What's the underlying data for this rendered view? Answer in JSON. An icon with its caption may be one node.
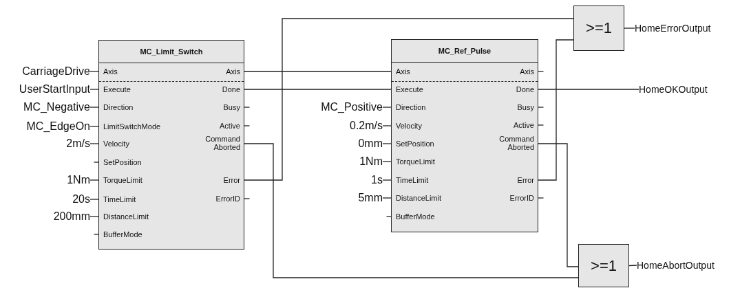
{
  "diagram": {
    "nodes": [
      {
        "text": [
          "MC_Limit_Switch"
        ]
      },
      {
        "text": [
          "Axis"
        ],
        "in": 0
      },
      {
        "text": [
          "Execute"
        ],
        "in": 0
      },
      {
        "text": [
          "Direction"
        ],
        "in": 0
      },
      {
        "text": [
          "LimitSwitchMode"
        ],
        "in": 0
      },
      {
        "text": [
          "Velocity"
        ],
        "in": 0
      },
      {
        "text": [
          "SetPosition"
        ],
        "in": 0
      },
      {
        "text": [
          "TorqueLimit"
        ],
        "in": 0
      },
      {
        "text": [
          "TimeLimit"
        ],
        "in": 0
      },
      {
        "text": [
          "DistanceLimit"
        ],
        "in": 0
      },
      {
        "text": [
          "BufferMode"
        ],
        "in": 0
      },
      {
        "text": [
          "Axis"
        ],
        "in": 0
      },
      {
        "text": [
          "Done"
        ],
        "in": 0
      },
      {
        "text": [
          "Busy"
        ],
        "in": 0
      },
      {
        "text": [
          "Active"
        ],
        "in": 0
      },
      {
        "text": [
          "Command Aborted"
        ],
        "in": 0
      },
      {
        "text": [
          "Error"
        ],
        "in": 0
      },
      {
        "text": [
          "ErrorID"
        ],
        "in": 0
      },
      {
        "text": [
          "MC_Ref_Pulse"
        ]
      },
      {
        "text": [
          "Axis"
        ],
        "in": 18
      },
      {
        "text": [
          "Execute"
        ],
        "in": 18
      },
      {
        "text": [
          "Direction"
        ],
        "in": 18
      },
      {
        "text": [
          "Velocity"
        ],
        "in": 18
      },
      {
        "text": [
          "SetPosition"
        ],
        "in": 18
      },
      {
        "text": [
          "TorqueLimit"
        ],
        "in": 18
      },
      {
        "text": [
          "TimeLimit"
        ],
        "in": 18
      },
      {
        "text": [
          "DistanceLimit"
        ],
        "in": 18
      },
      {
        "text": [
          "BufferMode"
        ],
        "in": 18
      },
      {
        "text": [
          "Axis"
        ],
        "in": 18
      },
      {
        "text": [
          "Done"
        ],
        "in": 18
      },
      {
        "text": [
          "Busy"
        ],
        "in": 18
      },
      {
        "text": [
          "Active"
        ],
        "in": 18
      },
      {
        "text": [
          "Command Aborted"
        ],
        "in": 18
      },
      {
        "text": [
          "Error"
        ],
        "in": 18
      },
      {
        "text": [
          "ErrorID"
        ],
        "in": 18
      },
      {
        "text": [
          ">=1"
        ]
      },
      {
        "text": [
          ">=1"
        ]
      },
      {
        "text": [
          "CarriageDrive"
        ]
      },
      {
        "text": [
          "UserStartInput"
        ]
      },
      {
        "text": [
          "MC_Negative"
        ]
      },
      {
        "text": [
          "MC_EdgeOn"
        ]
      },
      {
        "text": [
          "2m/s"
        ]
      },
      {
        "text": [
          "1Nm"
        ]
      },
      {
        "text": [
          "20s"
        ]
      },
      {
        "text": [
          "200mm"
        ]
      },
      {
        "text": [
          "MC_Positive"
        ]
      },
      {
        "text": [
          "0.2m/s"
        ]
      },
      {
        "text": [
          "0mm"
        ]
      },
      {
        "text": [
          "1Nm"
        ]
      },
      {
        "text": [
          "1s"
        ]
      },
      {
        "text": [
          "5mm"
        ]
      },
      {
        "text": [
          "HomeErrorOutput"
        ]
      },
      {
        "text": [
          "HomeOKOutput"
        ]
      },
      {
        "text": [
          "HomeAbortOutput"
        ]
      }
    ],
    "edges": [
      {
        "from": 37,
        "to": 1,
        "arrow": "none"
      },
      {
        "from": 38,
        "to": 2,
        "arrow": "none"
      },
      {
        "from": 39,
        "to": 3,
        "arrow": "none"
      },
      {
        "from": 40,
        "to": 4,
        "arrow": "none"
      },
      {
        "from": 41,
        "to": 5,
        "arrow": "none"
      },
      {
        "from": 42,
        "to": 7,
        "arrow": "none"
      },
      {
        "from": 43,
        "to": 8,
        "arrow": "none"
      },
      {
        "from": 44,
        "to": 9,
        "arrow": "none"
      },
      {
        "from": 45,
        "to": 21,
        "arrow": "none"
      },
      {
        "from": 46,
        "to": 22,
        "arrow": "none"
      },
      {
        "from": 47,
        "to": 23,
        "arrow": "none"
      },
      {
        "from": 48,
        "to": 24,
        "arrow": "none"
      },
      {
        "from": 49,
        "to": 25,
        "arrow": "none"
      },
      {
        "from": 50,
        "to": 26,
        "arrow": "none"
      },
      {
        "from": 11,
        "to": 19,
        "arrow": "none"
      },
      {
        "from": 12,
        "to": 20,
        "arrow": "none"
      },
      {
        "from": 16,
        "to": 35,
        "arrow": "none"
      },
      {
        "from": 15,
        "to": 36,
        "arrow": "none"
      },
      {
        "from": 29,
        "to": 52,
        "arrow": "none"
      },
      {
        "from": 33,
        "to": 35,
        "arrow": "none"
      },
      {
        "from": 32,
        "to": 36,
        "arrow": "none"
      },
      {
        "from": 35,
        "to": 51,
        "arrow": "none"
      },
      {
        "from": 36,
        "to": 53,
        "arrow": "none"
      }
    ]
  }
}
